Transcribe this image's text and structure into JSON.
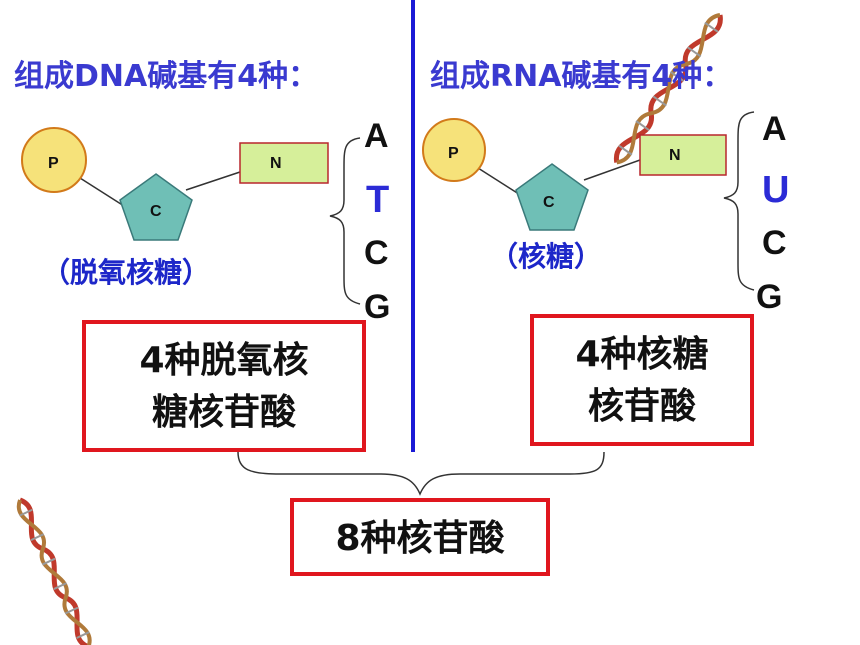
{
  "colors": {
    "heading": "#3a3ad0",
    "divider": "#1a1ad6",
    "box_border": "#e0161e",
    "phosphate": "#f6e27a",
    "sugar": "#6fbfb6",
    "base_box": "#d6ef9a",
    "highlight_base": "#2b2bd6"
  },
  "dna": {
    "heading": "组成DNA碱基有4种：",
    "phosphate": "P",
    "sugar": "C",
    "base": "N",
    "sugar_name": "（脱氧核糖）",
    "bases": [
      "A",
      "T",
      "C",
      "G"
    ],
    "box_line1": "4种脱氧核",
    "box_line2": "糖核苷酸"
  },
  "rna": {
    "heading": "组成RNA碱基有4种：",
    "phosphate": "P",
    "sugar": "C",
    "base": "N",
    "sugar_name": "（核糖）",
    "bases": [
      "A",
      "U",
      "C",
      "G"
    ],
    "box_line1": "4种核糖",
    "box_line2": "核苷酸"
  },
  "total": "8种核苷酸",
  "icons": [
    "dna-helix-icon"
  ]
}
